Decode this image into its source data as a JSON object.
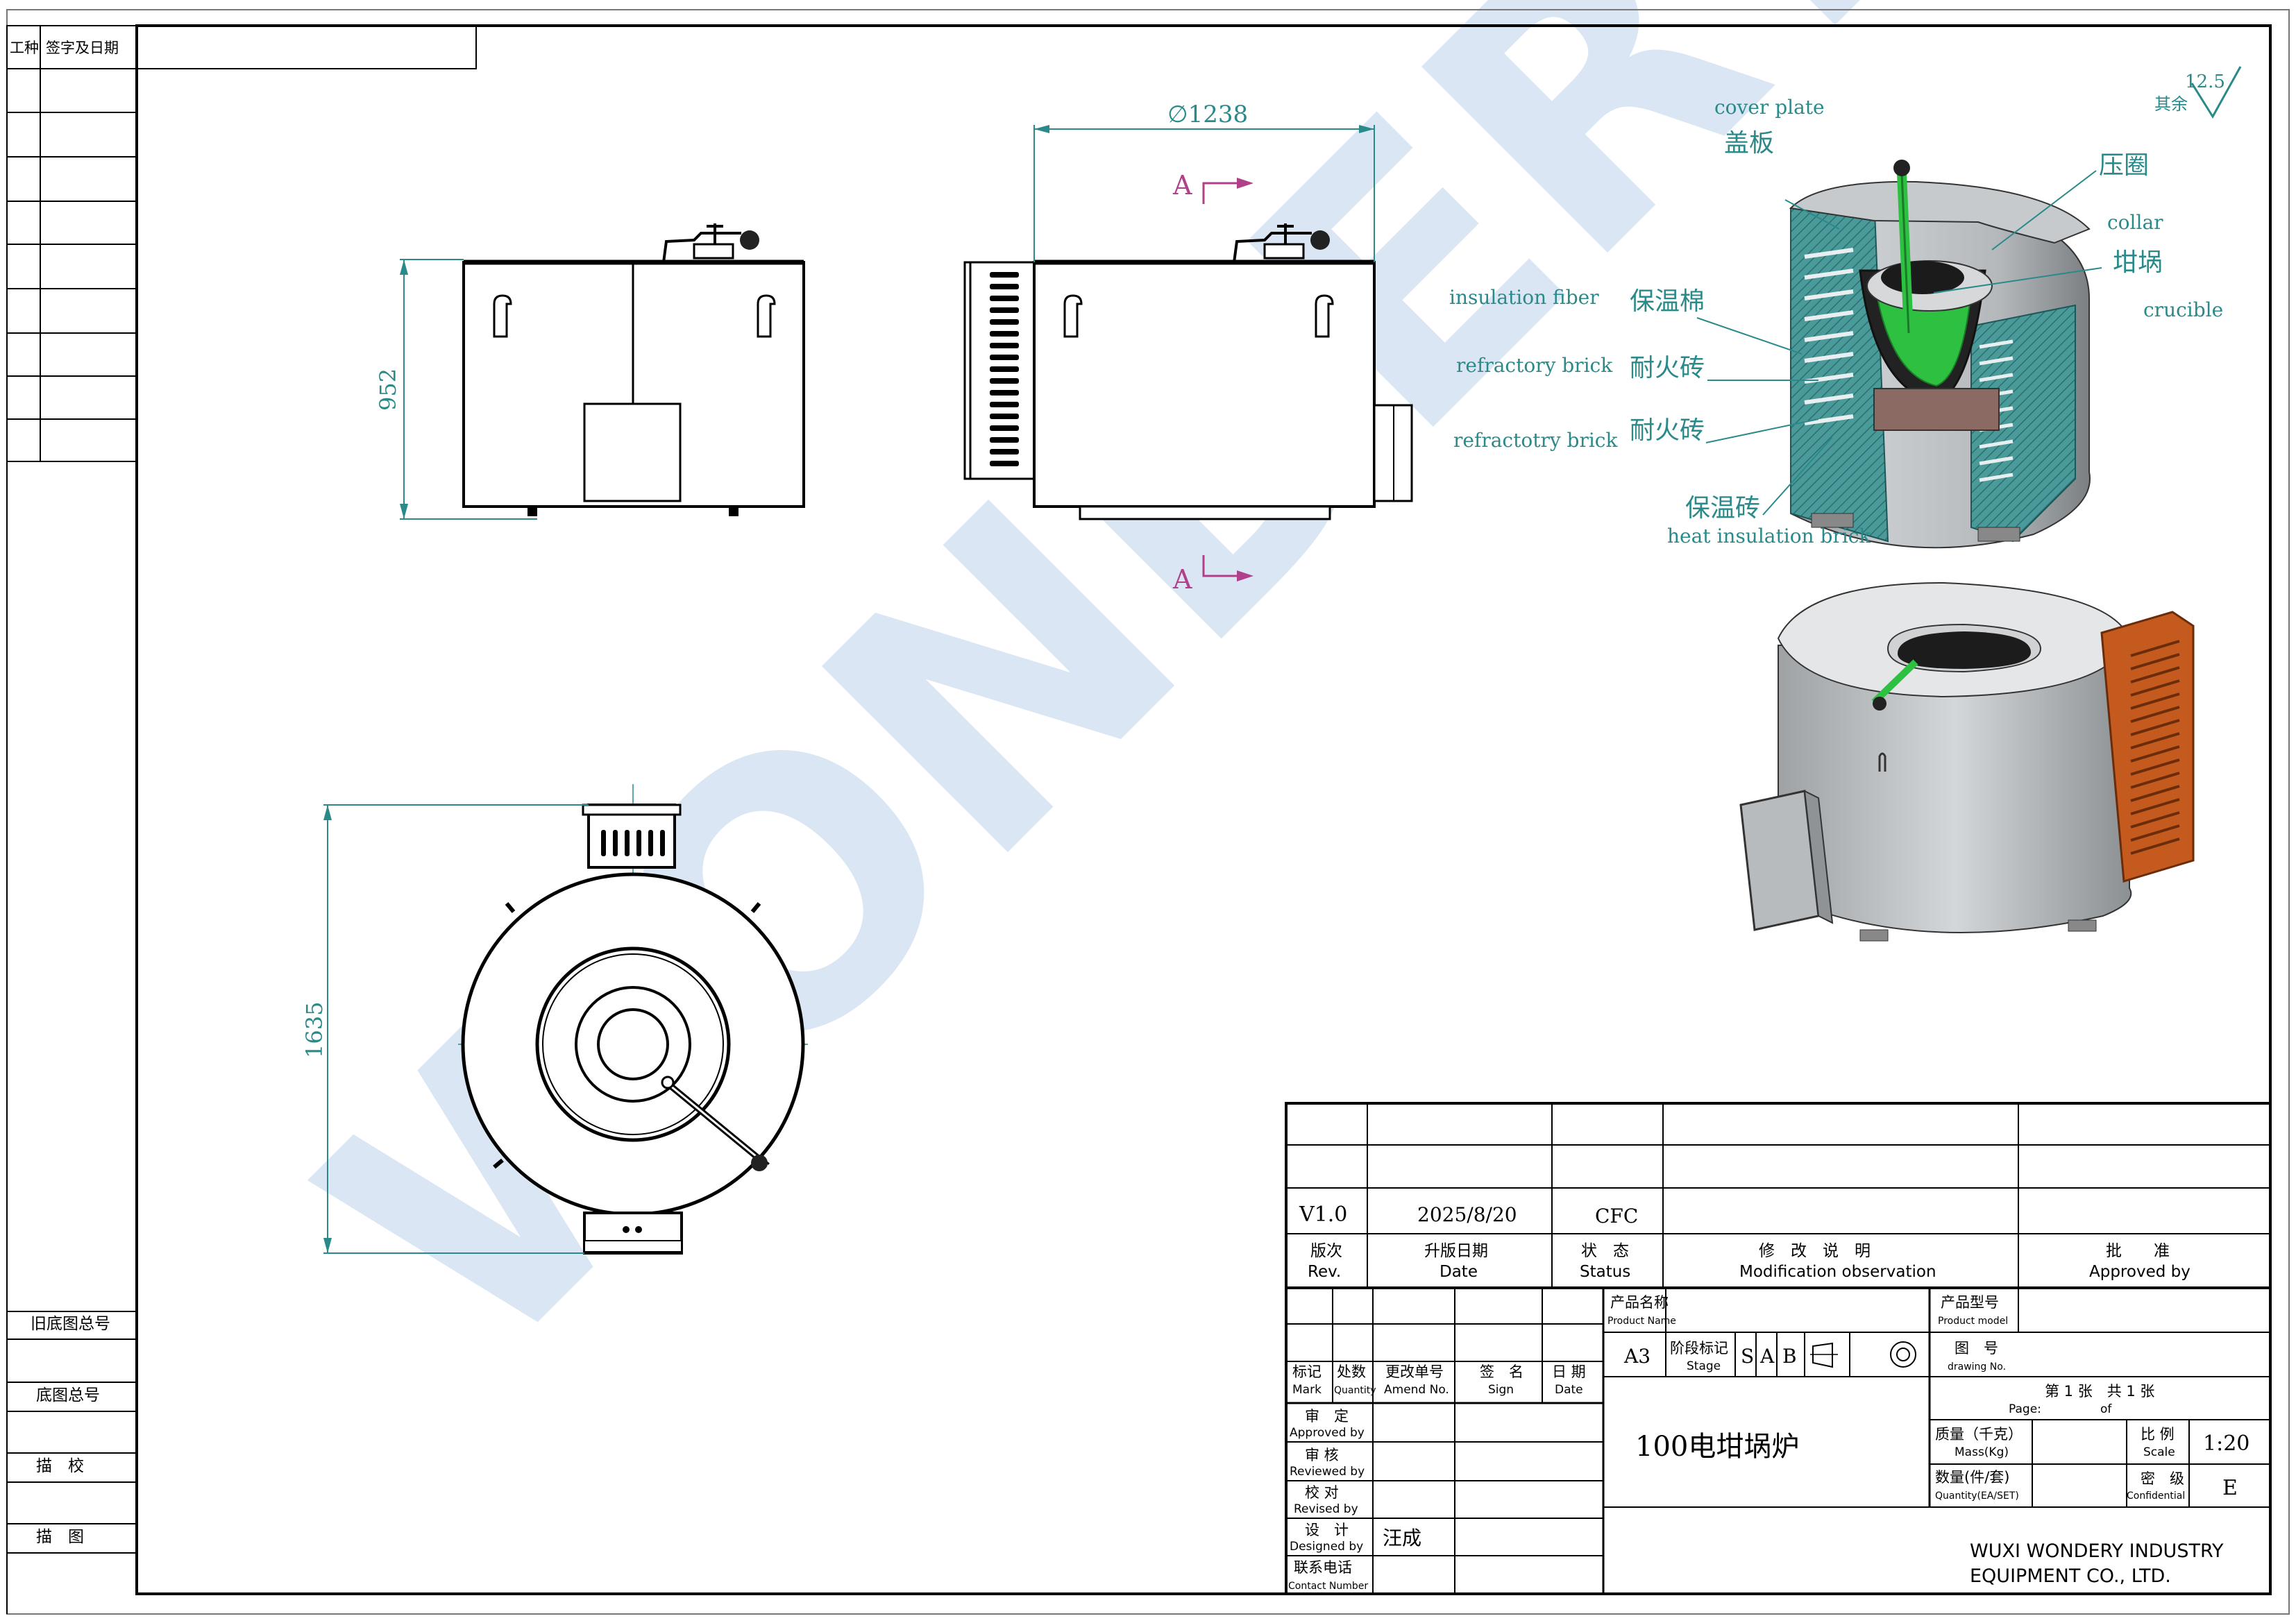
{
  "colors": {
    "teal": "#2a8a8a",
    "magenta": "#b0408a",
    "crucible_green": "#2ec040",
    "brick_orange": "#c55a1e",
    "watermark_blue": "#bcd3ea",
    "watermark_orange": "#f6c79a"
  },
  "left_strip": {
    "header1": "工种",
    "header2": "签字及日期",
    "old_drawing": "旧底图总号",
    "base_drawing": "底图总号",
    "trace_check": "描　校",
    "trace": "描　图"
  },
  "dimensions": {
    "diameter": "∅1238",
    "height": "952",
    "top_width": "1635"
  },
  "section_marks": {
    "a1": "A",
    "a2": "A"
  },
  "surface": {
    "value": "12.5",
    "other": "其余"
  },
  "labels": {
    "cover_plate_en": "cover plate",
    "cover_plate_cn": "盖板",
    "collar_cn": "压圈",
    "collar_en": "collar",
    "crucible_cn": "坩埚",
    "crucible_en": "crucible",
    "insulation_fiber_en": "insulation fiber",
    "insulation_fiber_cn": "保温棉",
    "refractory_brick_en": "refractory brick",
    "refractory_brick_cn": "耐火砖",
    "refractotry_brick_en": "refractotry brick",
    "refractotry_brick_cn": "耐火砖",
    "heat_insulation_cn": "保温砖",
    "heat_insulation_en": "heat insulation brick"
  },
  "watermark": "WONDERY",
  "title_block": {
    "rev": "V1.0",
    "date": "2025/8/20",
    "status": "CFC",
    "rev_cn": "版次",
    "rev_en": "Rev.",
    "date_cn": "升版日期",
    "date_en": "Date",
    "status_cn": "状　态",
    "status_en": "Status",
    "mod_cn": "修　改　说　明",
    "mod_en": "Modification observation",
    "appr_cn": "批　　准",
    "appr_en": "Approved by",
    "pname_cn": "产品名称",
    "pname_en": "Product Name",
    "pmodel_cn": "产品型号",
    "pmodel_en": "Product model",
    "size": "A3",
    "stage_cn": "阶段标记",
    "stage_en": "Stage",
    "stage_s": "S",
    "stage_a": "A",
    "stage_b": "B",
    "dwg_cn": "图　号",
    "dwg_en": "drawing No.",
    "page_cn": "第 1 张　共 1 张",
    "page_en": "Page:",
    "of_en": "of",
    "title": "100电坩埚炉",
    "mass_cn": "质量（千克）",
    "mass_en": "Mass(Kg)",
    "scale_cn": "比 例",
    "scale_en": "Scale",
    "scale": "1:20",
    "qty_cn": "数量(件/套)",
    "qty_en": "Quantity(EA/SET)",
    "conf_cn": "密　级",
    "conf_en": "Confidential",
    "conf": "E",
    "mark_cn": "标记",
    "mark_en": "Mark",
    "qtyc_cn": "处数",
    "qtyc_en": "Quantity",
    "amend_cn": "更改单号",
    "amend_en": "Amend No.",
    "sign_cn": "签　名",
    "sign_en": "Sign",
    "date2_cn": "日 期",
    "date2_en": "Date",
    "approved_cn": "审　定",
    "approved_en": "Approved by",
    "reviewed_cn": "审 核",
    "reviewed_en": "Reviewed by",
    "checked_cn": "校 对",
    "checked_en": "Revised by",
    "designed_cn": "设　计",
    "designed_en": "Designed by",
    "designer": "汪成",
    "contact_cn": "联系电话",
    "contact_en": "Contact Number",
    "company1": "WUXI WONDERY INDUSTRY",
    "company2": "EQUIPMENT CO., LTD."
  }
}
